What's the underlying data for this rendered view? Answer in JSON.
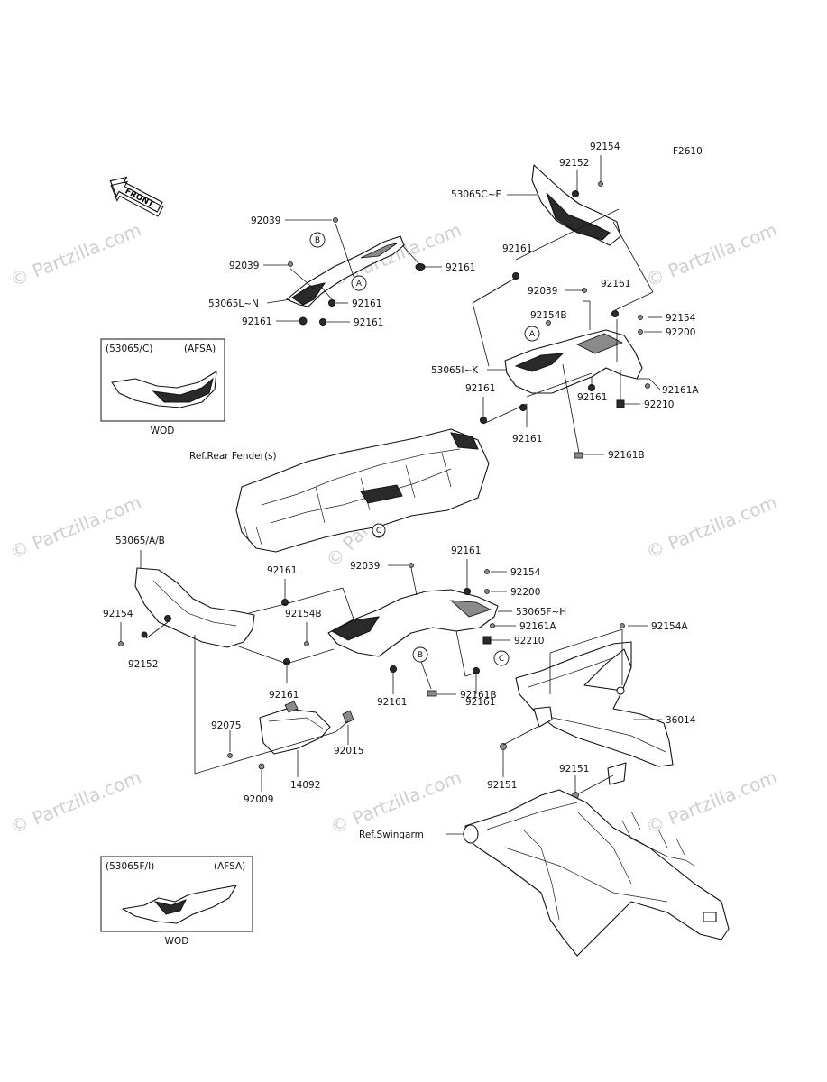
{
  "figure_code": "F2610",
  "front_label": "FRONT",
  "watermark": "© Partzilla.com",
  "callouts": {
    "a": "A",
    "b": "B",
    "c": "C"
  },
  "references": {
    "rear_fender": "Ref.Rear Fender(s)",
    "swingarm": "Ref.Swingarm"
  },
  "inset_top": {
    "code": "(53065/C)",
    "note": "(AFSA)",
    "color": "WOD"
  },
  "inset_bottom": {
    "code": "(53065F/I)",
    "note": "(AFSA)",
    "color": "WOD"
  },
  "parts": {
    "p92154_top": "92154",
    "p92152_top": "92152",
    "p53065C_E": "53065C~E",
    "p92161_upper": "92161",
    "p92039_upper_r": "92039",
    "p92161_upper_r": "92161",
    "p92154B_upper": "92154B",
    "p92154_upper_r": "92154",
    "p92200_upper": "92200",
    "p53065I_K": "53065I~K",
    "p92161A_upper": "92161A",
    "p92210_upper": "92210",
    "p92161_mid1": "92161",
    "p92161_mid2": "92161",
    "p92161_mid3": "92161",
    "p92161B_upper": "92161B",
    "p92039_tl": "92039",
    "p92161_tl_r": "92161",
    "p92039_tl2": "92039",
    "p53065L_N": "53065L~N",
    "p92161_tl_a": "92161",
    "p92161_tl_b": "92161",
    "p92161_tl_c": "92161",
    "p53065_A_B": "53065/A/B",
    "p92161_lower_l": "92161",
    "p92039_lower": "92039",
    "p92161_lower_r": "92161",
    "p92154_lower_r": "92154",
    "p92200_lower": "92200",
    "p53065F_H": "53065F~H",
    "p92161A_lower": "92161A",
    "p92210_lower": "92210",
    "p92154_lower_l": "92154",
    "p92152_lower": "92152",
    "p92154B_lower": "92154B",
    "p92161_lower_bl": "92161",
    "p92161_lower_c": "92161",
    "p92161_lower_cr": "92161",
    "p92161B_lower": "92161B",
    "p92154A": "92154A",
    "p36014": "36014",
    "p92075": "92075",
    "p92015": "92015",
    "p14092": "14092",
    "p92009": "92009",
    "p92151_a": "92151",
    "p92151_b": "92151"
  }
}
